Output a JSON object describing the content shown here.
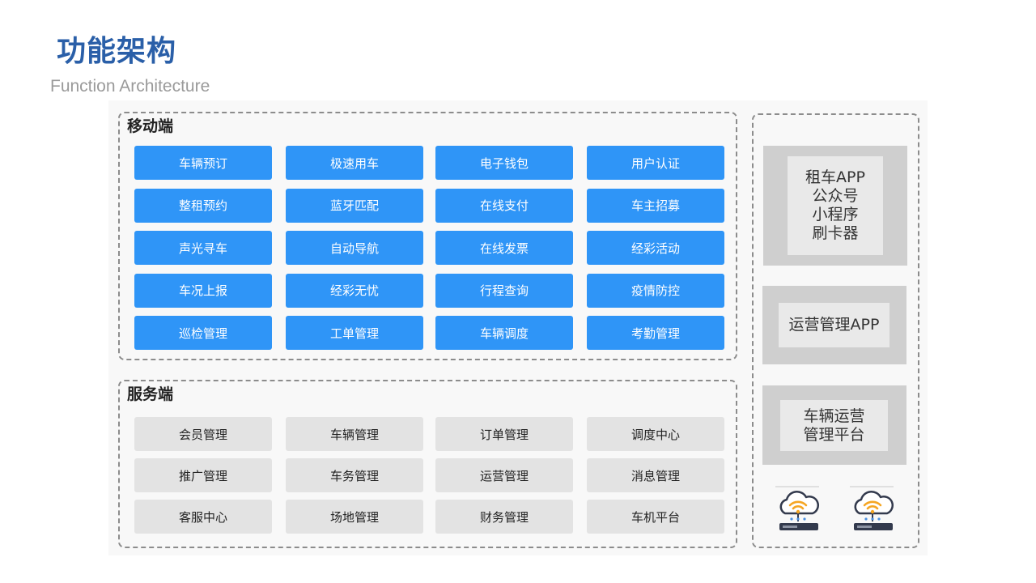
{
  "header": {
    "title": "功能架构",
    "subtitle": "Function Architecture"
  },
  "mobile": {
    "title": "移动端",
    "rows": [
      [
        "车辆预订",
        "极速用车",
        "电子钱包",
        "用户认证"
      ],
      [
        "整租预约",
        "蓝牙匹配",
        "在线支付",
        "车主招募"
      ],
      [
        "声光寻车",
        "自动导航",
        "在线发票",
        "经彩活动"
      ],
      [
        "车况上报",
        "经彩无忧",
        "行程查询",
        "疫情防控"
      ],
      [
        "巡检管理",
        "工单管理",
        "车辆调度",
        "考勤管理"
      ]
    ]
  },
  "server": {
    "title": "服务端",
    "rows": [
      [
        "会员管理",
        "车辆管理",
        "订单管理",
        "调度中心"
      ],
      [
        "推广管理",
        "车务管理",
        "运营管理",
        "消息管理"
      ],
      [
        "客服中心",
        "场地管理",
        "财务管理",
        "车机平台"
      ]
    ]
  },
  "side": {
    "box1": [
      "租车APP",
      "公众号",
      "小程序",
      "刷卡器"
    ],
    "box2": [
      "运营管理APP"
    ],
    "box3": [
      "车辆运营",
      "管理平台"
    ],
    "icons": [
      "cloud-wifi-server-icon",
      "cloud-wifi-server-icon"
    ]
  },
  "colors": {
    "title": "#2a5fa8",
    "mobile_cell": "#2f95f7",
    "server_cell": "#e3e3e3",
    "side_outer": "#cfcfcf",
    "side_inner": "#e9e9e9",
    "icon_accent": "#f5a623",
    "icon_dark": "#333a4d"
  }
}
